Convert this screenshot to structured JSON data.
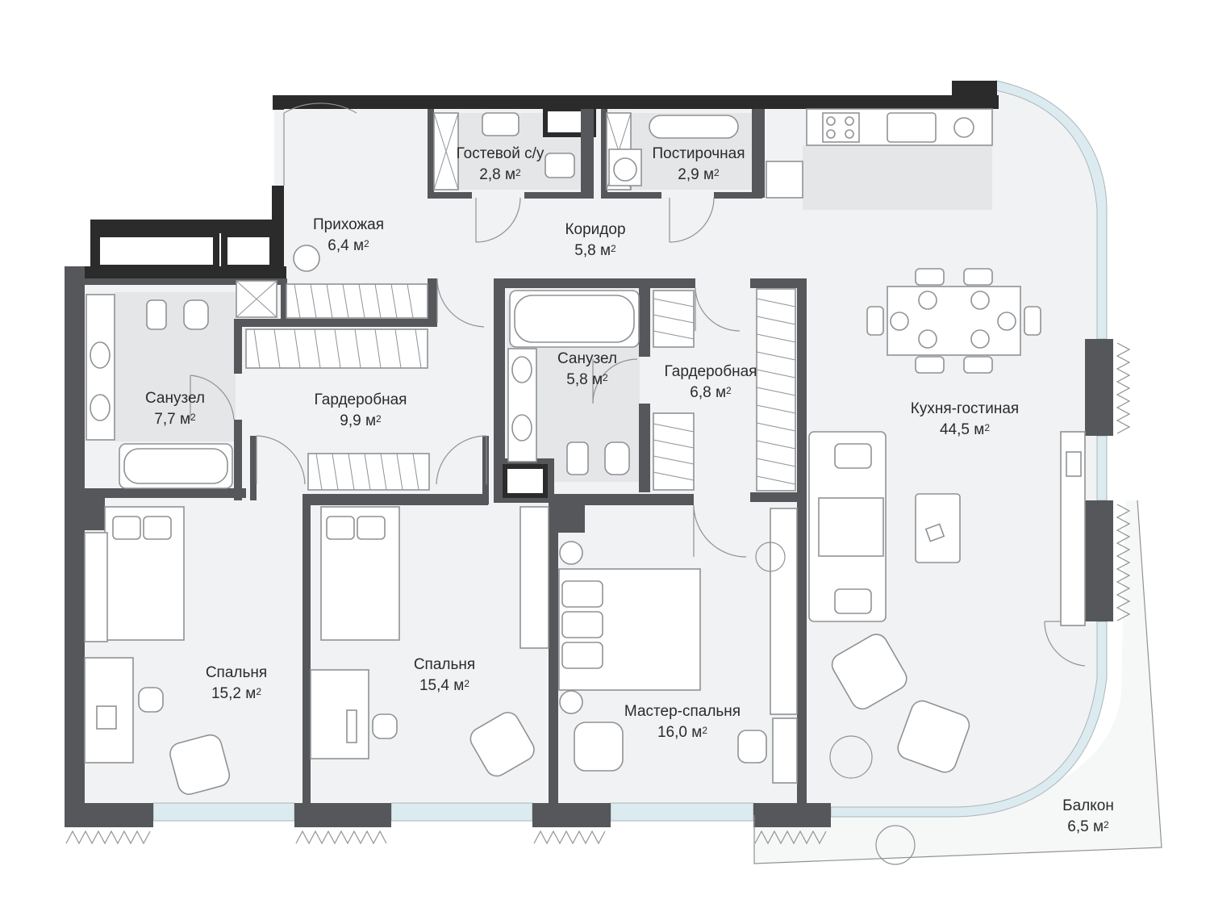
{
  "rooms": [
    {
      "key": "guest_wc",
      "name": "Гостевой с/у",
      "area": "2,8 м",
      "sup": "2"
    },
    {
      "key": "laundry",
      "name": "Постирочная",
      "area": "2,9 м",
      "sup": "2"
    },
    {
      "key": "hall",
      "name": "Прихожая",
      "area": "6,4 м",
      "sup": "2"
    },
    {
      "key": "corridor",
      "name": "Коридор",
      "area": "5,8 м",
      "sup": "2"
    },
    {
      "key": "bath1",
      "name": "Санузел",
      "area": "7,7 м",
      "sup": "2"
    },
    {
      "key": "wardrobe1",
      "name": "Гардеробная",
      "area": "9,9 м",
      "sup": "2"
    },
    {
      "key": "bath2",
      "name": "Санузел",
      "area": "5,8 м",
      "sup": "2"
    },
    {
      "key": "wardrobe2",
      "name": "Гардеробная",
      "area": "6,8 м",
      "sup": "2"
    },
    {
      "key": "kitchen_living",
      "name": "Кухня-гостиная",
      "area": "44,5 м",
      "sup": "2"
    },
    {
      "key": "bedroom1",
      "name": "Спальня",
      "area": "15,2 м",
      "sup": "2"
    },
    {
      "key": "bedroom2",
      "name": "Спальня",
      "area": "15,4 м",
      "sup": "2"
    },
    {
      "key": "master",
      "name": "Мастер-спальня",
      "area": "16,0 м",
      "sup": "2"
    },
    {
      "key": "balcony",
      "name": "Балкон",
      "area": "6,5 м",
      "sup": "2"
    }
  ],
  "colors": {
    "wall": "#55575a",
    "floor": "#f1f2f3",
    "glass": "#dcebef",
    "furniture": "#8f9295"
  }
}
